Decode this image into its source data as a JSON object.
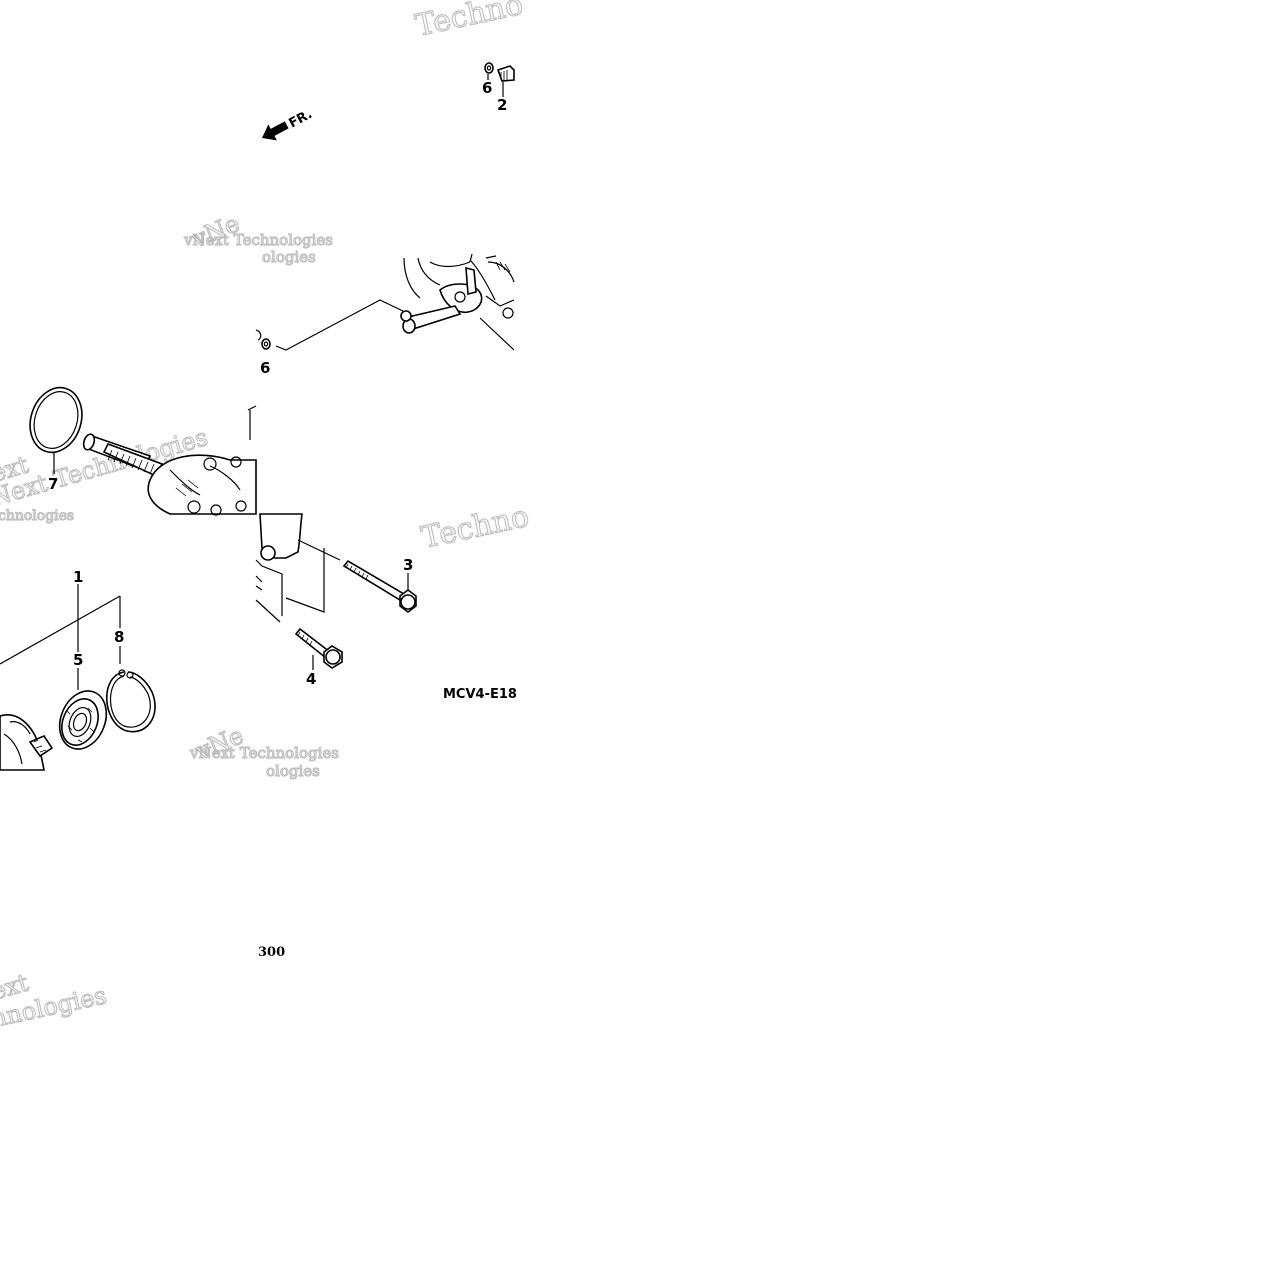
{
  "diagram": {
    "front_arrow_label": "FR.",
    "diagram_code": "MCV4-E18",
    "page_fragment": "300",
    "watermarks": [
      "Techno",
      "vNext Technologies",
      "Techno",
      "vNext Technologies",
      "vNext Technologies"
    ],
    "parts": [
      {
        "ref": "1"
      },
      {
        "ref": "2"
      },
      {
        "ref": "3"
      },
      {
        "ref": "4"
      },
      {
        "ref": "5"
      },
      {
        "ref": "6"
      },
      {
        "ref": "6"
      },
      {
        "ref": "7"
      },
      {
        "ref": "8"
      }
    ],
    "colors": {
      "line": "#000000",
      "background": "#ffffff",
      "watermark": "#b8b8b8"
    }
  }
}
